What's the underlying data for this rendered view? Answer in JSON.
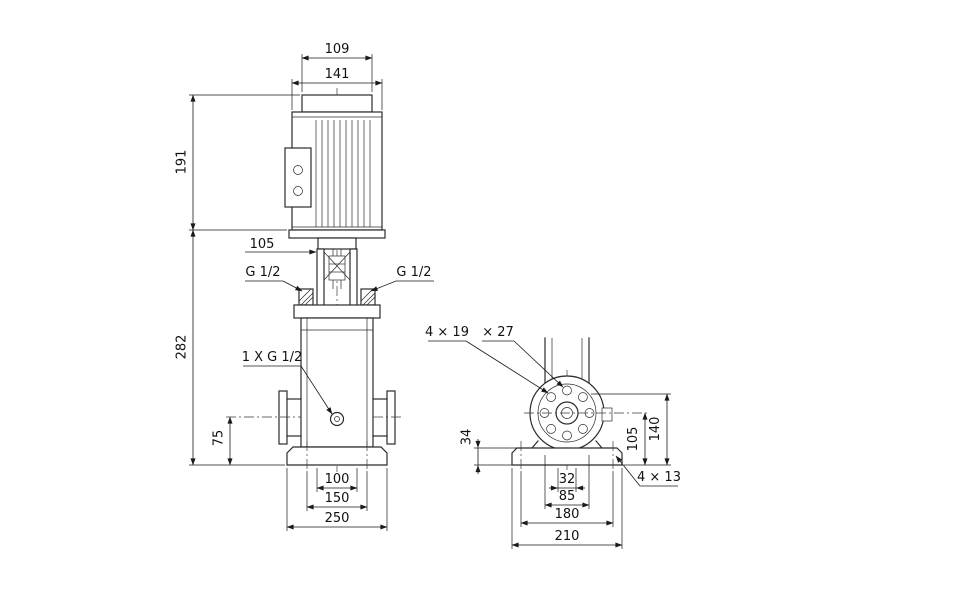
{
  "drawing": {
    "type": "pump-dimensional-drawing",
    "colors": {
      "line": "#2b2b2b",
      "dimension_line": "#1a1a1a",
      "background": "#ffffff"
    },
    "front_view": {
      "dims": {
        "motor_top_width": "109",
        "motor_body_width": "141",
        "motor_height": "191",
        "head_clearance": "105",
        "pump_body_height": "282",
        "port_centerline_height": "75",
        "base_inner": "100",
        "base_holes": "150",
        "base_width": "250"
      },
      "labels": {
        "left_port": "G 1/2",
        "right_port": "G 1/2",
        "drain_port": "1 X G 1/2"
      }
    },
    "side_view": {
      "dims": {
        "base_plate_height": "34",
        "port_center_height": "105",
        "flange_top_height": "140",
        "slot_width": "32",
        "support_width": "85",
        "base_hole_spacing": "180",
        "base_depth": "210"
      },
      "labels": {
        "flange_bolt_holes": "4 × 19",
        "flange_counterbore": "× 27",
        "base_bolt_holes": "4 × 13"
      }
    }
  }
}
